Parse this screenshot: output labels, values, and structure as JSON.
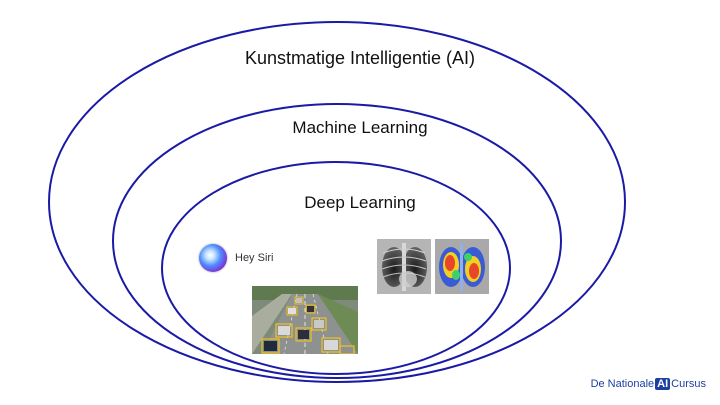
{
  "diagram": {
    "outer_label": "Kunstmatige Intelligentie (AI)",
    "middle_label": "Machine Learning",
    "inner_label": "Deep Learning",
    "ring_color": "#1a1aa6"
  },
  "examples": {
    "siri_label": "Hey Siri"
  },
  "brand": {
    "prefix": "De Nationale",
    "ai": "AI",
    "suffix": "Cursus",
    "color": "#1d3fa0"
  }
}
